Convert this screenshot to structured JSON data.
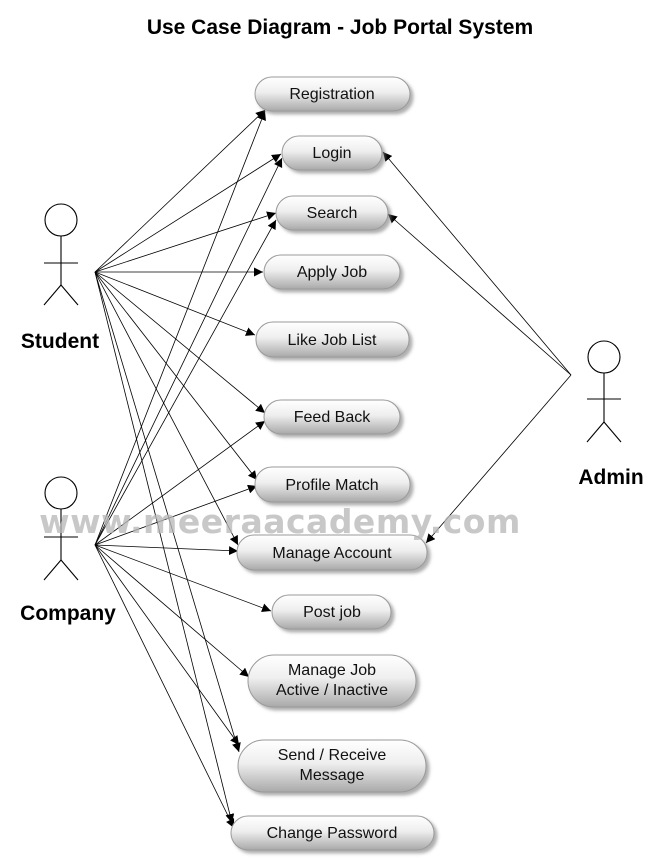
{
  "title": "Use Case Diagram - Job Portal System",
  "watermark": "www.meeraacademy.com",
  "actors": {
    "student": "Student",
    "company": "Company",
    "admin": "Admin"
  },
  "use_cases": {
    "registration": [
      "Registration"
    ],
    "login": [
      "Login"
    ],
    "search": [
      "Search"
    ],
    "apply_job": [
      "Apply Job"
    ],
    "like_job_list": [
      "Like Job List"
    ],
    "feed_back": [
      "Feed Back"
    ],
    "profile_match": [
      "Profile Match"
    ],
    "manage_account": [
      "Manage Account"
    ],
    "post_job": [
      "Post job"
    ],
    "manage_job": [
      "Manage Job",
      "Active / Inactive"
    ],
    "send_receive": [
      "Send / Receive",
      "Message"
    ],
    "change_password": [
      "Change Password"
    ]
  },
  "associations": {
    "student": [
      "registration",
      "login",
      "search",
      "apply_job",
      "like_job_list",
      "feed_back",
      "profile_match",
      "manage_account",
      "send_receive",
      "change_password"
    ],
    "company": [
      "registration",
      "login",
      "search",
      "feed_back",
      "profile_match",
      "manage_account",
      "post_job",
      "manage_job",
      "send_receive",
      "change_password"
    ],
    "admin": [
      "login",
      "search",
      "manage_account"
    ]
  }
}
